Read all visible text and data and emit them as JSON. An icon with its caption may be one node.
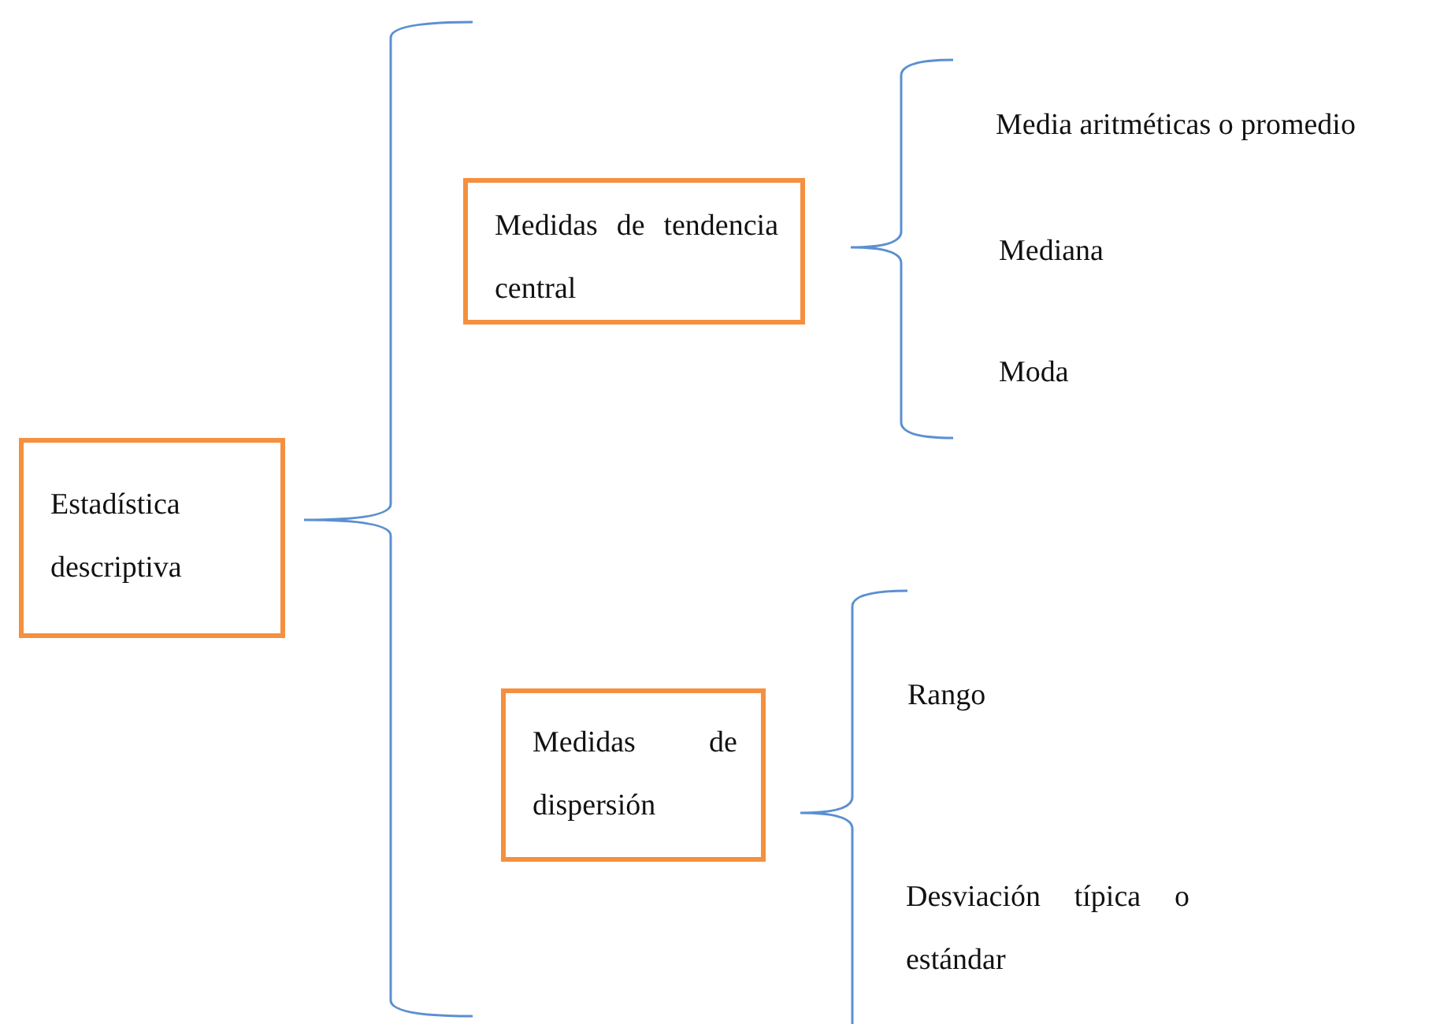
{
  "diagram": {
    "nodes": [
      {
        "text": [
          "Estadística descriptiva"
        ]
      },
      {
        "text": [
          "Medidas de tendencia central"
        ]
      },
      {
        "text": [
          "Medidas de dispersión"
        ]
      }
    ],
    "labels": [
      "Media aritméticas o promedio",
      "Mediana",
      "Moda",
      "Rango",
      "Desviación típica o estándar"
    ]
  }
}
